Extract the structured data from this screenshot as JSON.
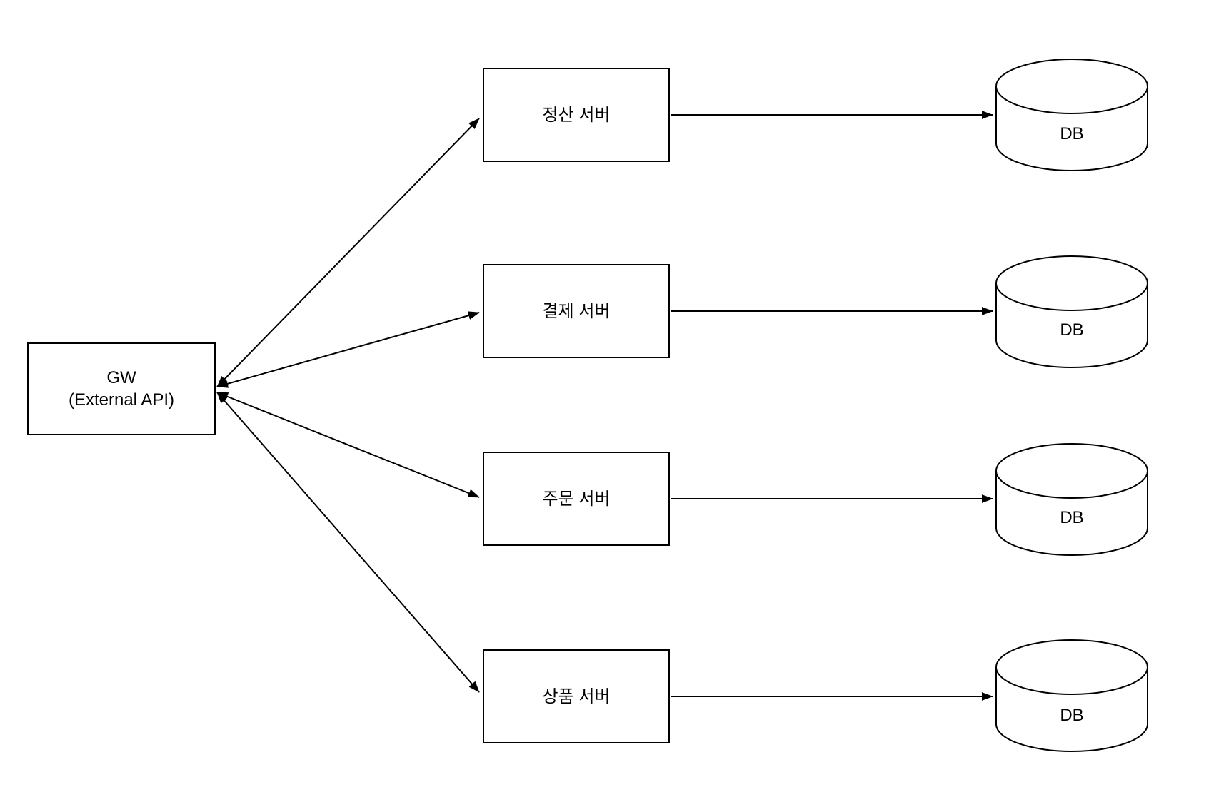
{
  "diagram": {
    "background_color": "#ffffff",
    "stroke_color": "#000000",
    "fill_color": "#ffffff",
    "gateway": {
      "id": "gateway",
      "label_line1": "GW",
      "label_line2": "(External API)"
    },
    "servers": [
      {
        "id": "settlement-server",
        "label": "정산 서버"
      },
      {
        "id": "payment-server",
        "label": "결제 서버"
      },
      {
        "id": "order-server",
        "label": "주문 서버"
      },
      {
        "id": "product-server",
        "label": "상품 서버"
      }
    ],
    "databases": [
      {
        "id": "db-1",
        "label": "DB"
      },
      {
        "id": "db-2",
        "label": "DB"
      },
      {
        "id": "db-3",
        "label": "DB"
      },
      {
        "id": "db-4",
        "label": "DB"
      }
    ],
    "edges": [
      {
        "from": "gateway",
        "to": "settlement-server",
        "type": "bidirectional"
      },
      {
        "from": "gateway",
        "to": "payment-server",
        "type": "bidirectional"
      },
      {
        "from": "gateway",
        "to": "order-server",
        "type": "bidirectional"
      },
      {
        "from": "gateway",
        "to": "product-server",
        "type": "bidirectional"
      },
      {
        "from": "settlement-server",
        "to": "db-1",
        "type": "directed"
      },
      {
        "from": "payment-server",
        "to": "db-2",
        "type": "directed"
      },
      {
        "from": "order-server",
        "to": "db-3",
        "type": "directed"
      },
      {
        "from": "product-server",
        "to": "db-4",
        "type": "directed"
      }
    ]
  }
}
